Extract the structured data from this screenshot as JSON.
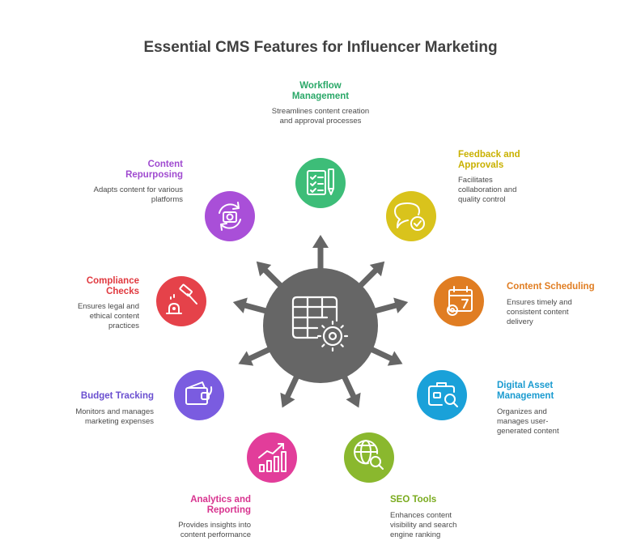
{
  "title": "Essential CMS Features for Influencer Marketing",
  "hub": {
    "icon": "table-gear-icon",
    "color": "#666666"
  },
  "features": [
    {
      "id": "workflow",
      "title": "Workflow Management",
      "description": "Streamlines content creation and approval processes",
      "color": "#3dbd78",
      "text_color": "#2aa868",
      "icon": "checklist-pen-icon"
    },
    {
      "id": "feedback",
      "title": "Feedback and Approvals",
      "description": "Facilitates collaboration and quality control",
      "color": "#d9c31c",
      "text_color": "#c9b100",
      "icon": "chat-check-icon"
    },
    {
      "id": "scheduling",
      "title": "Content Scheduling",
      "description": "Ensures timely and consistent content delivery",
      "color": "#e07d22",
      "text_color": "#e07d22",
      "icon": "calendar-gear-icon"
    },
    {
      "id": "assets",
      "title": "Digital Asset Management",
      "description": "Organizes and manages user-generated content",
      "color": "#1aa1d9",
      "text_color": "#1a9bd0",
      "icon": "briefcase-search-icon"
    },
    {
      "id": "seo",
      "title": "SEO Tools",
      "description": "Enhances content visibility and search engine ranking",
      "color": "#8ab82e",
      "text_color": "#7aab1e",
      "icon": "globe-search-icon"
    },
    {
      "id": "analytics",
      "title": "Analytics and Reporting",
      "description": "Provides insights into content performance",
      "color": "#e23d9a",
      "text_color": "#d8338f",
      "icon": "bar-chart-icon"
    },
    {
      "id": "budget",
      "title": "Budget Tracking",
      "description": "Monitors and manages marketing expenses",
      "color": "#7a5ce0",
      "text_color": "#6a4fd0",
      "icon": "wallet-icon"
    },
    {
      "id": "compliance",
      "title": "Compliance Checks",
      "description": "Ensures legal and ethical content practices",
      "color": "#e5424a",
      "text_color": "#e0393f",
      "icon": "gavel-icon"
    },
    {
      "id": "repurposing",
      "title": "Content Repurposing",
      "description": "Adapts content for various platforms",
      "color": "#a94fd8",
      "text_color": "#a04bd0",
      "icon": "camera-cycle-icon"
    }
  ]
}
